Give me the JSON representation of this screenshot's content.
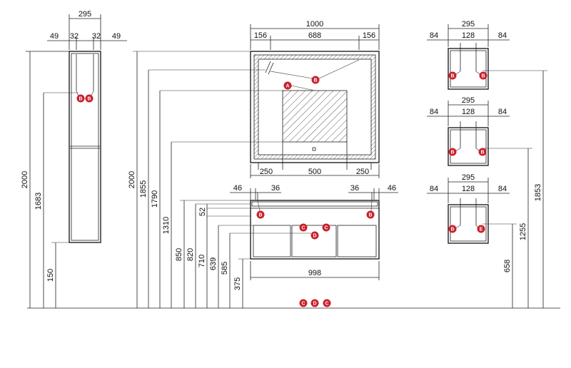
{
  "colors": {
    "line": "#222222",
    "marker": "#c8202a",
    "marker_text": "#ffffff",
    "background": "#ffffff"
  },
  "markers": {
    "a": "A",
    "b": "B",
    "c": "C",
    "d": "D",
    "e": "E"
  },
  "tall_cabinet": {
    "width": "295",
    "left": "49",
    "inner_left": "32",
    "inner_right": "32",
    "right": "49",
    "height": "2000",
    "shelf_height": "1683",
    "base_height": "150"
  },
  "mirror": {
    "width": "1000",
    "left": "156",
    "middle": "688",
    "right": "156",
    "bottom_left": "250",
    "bottom_middle": "500",
    "bottom_right": "250",
    "h_2000": "2000",
    "h_1855": "1855",
    "h_1790": "1790",
    "h_1310": "1310"
  },
  "vanity": {
    "left": "46",
    "left_inner": "36",
    "right_inner": "36",
    "right": "46",
    "h_850": "850",
    "h_820": "820",
    "h_52": "52",
    "h_710": "710",
    "h_639": "639",
    "h_585": "585",
    "h_375": "375",
    "width": "998"
  },
  "wall_boxes": {
    "top": {
      "width": "295",
      "left": "84",
      "middle": "128",
      "right": "84",
      "height": "1853"
    },
    "middle": {
      "width": "295",
      "left": "84",
      "middle": "128",
      "right": "84",
      "height": "1255"
    },
    "bottom": {
      "width": "295",
      "left": "84",
      "middle": "128",
      "right": "84",
      "height": "658"
    }
  }
}
